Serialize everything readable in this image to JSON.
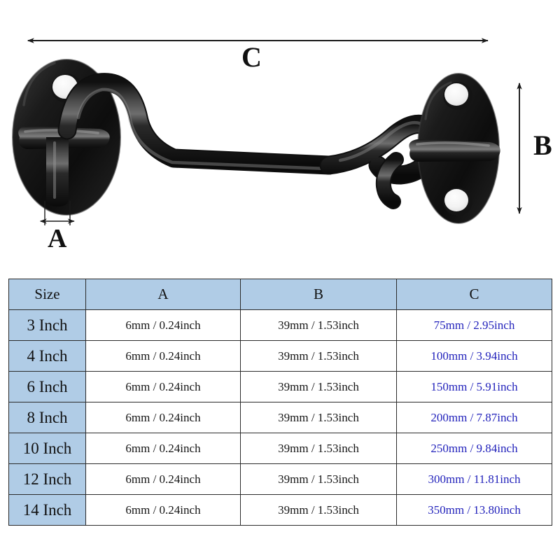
{
  "diagram": {
    "product_name": "black-cabin-hook-and-eye-latch",
    "dimension_labels": {
      "a": "A",
      "b": "B",
      "c": "C"
    },
    "colors": {
      "product": "#121212",
      "dimension_line": "#1a1a1a",
      "background": "#ffffff"
    }
  },
  "table": {
    "colors": {
      "header_background": "#b0cce6",
      "size_column_background": "#b0cce6",
      "border": "#2b2b2b",
      "value_text": "#151515",
      "c_value_text": "#2222bb"
    },
    "headers": [
      "Size",
      "A",
      "B",
      "C"
    ],
    "rows": [
      {
        "size": "3 Inch",
        "a": "6mm / 0.24inch",
        "b": "39mm / 1.53inch",
        "c": "75mm / 2.95inch"
      },
      {
        "size": "4 Inch",
        "a": "6mm / 0.24inch",
        "b": "39mm / 1.53inch",
        "c": "100mm / 3.94inch"
      },
      {
        "size": "6 Inch",
        "a": "6mm / 0.24inch",
        "b": "39mm / 1.53inch",
        "c": "150mm / 5.91inch"
      },
      {
        "size": "8 Inch",
        "a": "6mm / 0.24inch",
        "b": "39mm / 1.53inch",
        "c": "200mm / 7.87inch"
      },
      {
        "size": "10 Inch",
        "a": "6mm / 0.24inch",
        "b": "39mm / 1.53inch",
        "c": "250mm / 9.84inch"
      },
      {
        "size": "12 Inch",
        "a": "6mm / 0.24inch",
        "b": "39mm / 1.53inch",
        "c": "300mm / 11.81inch"
      },
      {
        "size": "14 Inch",
        "a": "6mm / 0.24inch",
        "b": "39mm / 1.53inch",
        "c": "350mm / 13.80inch"
      }
    ]
  }
}
